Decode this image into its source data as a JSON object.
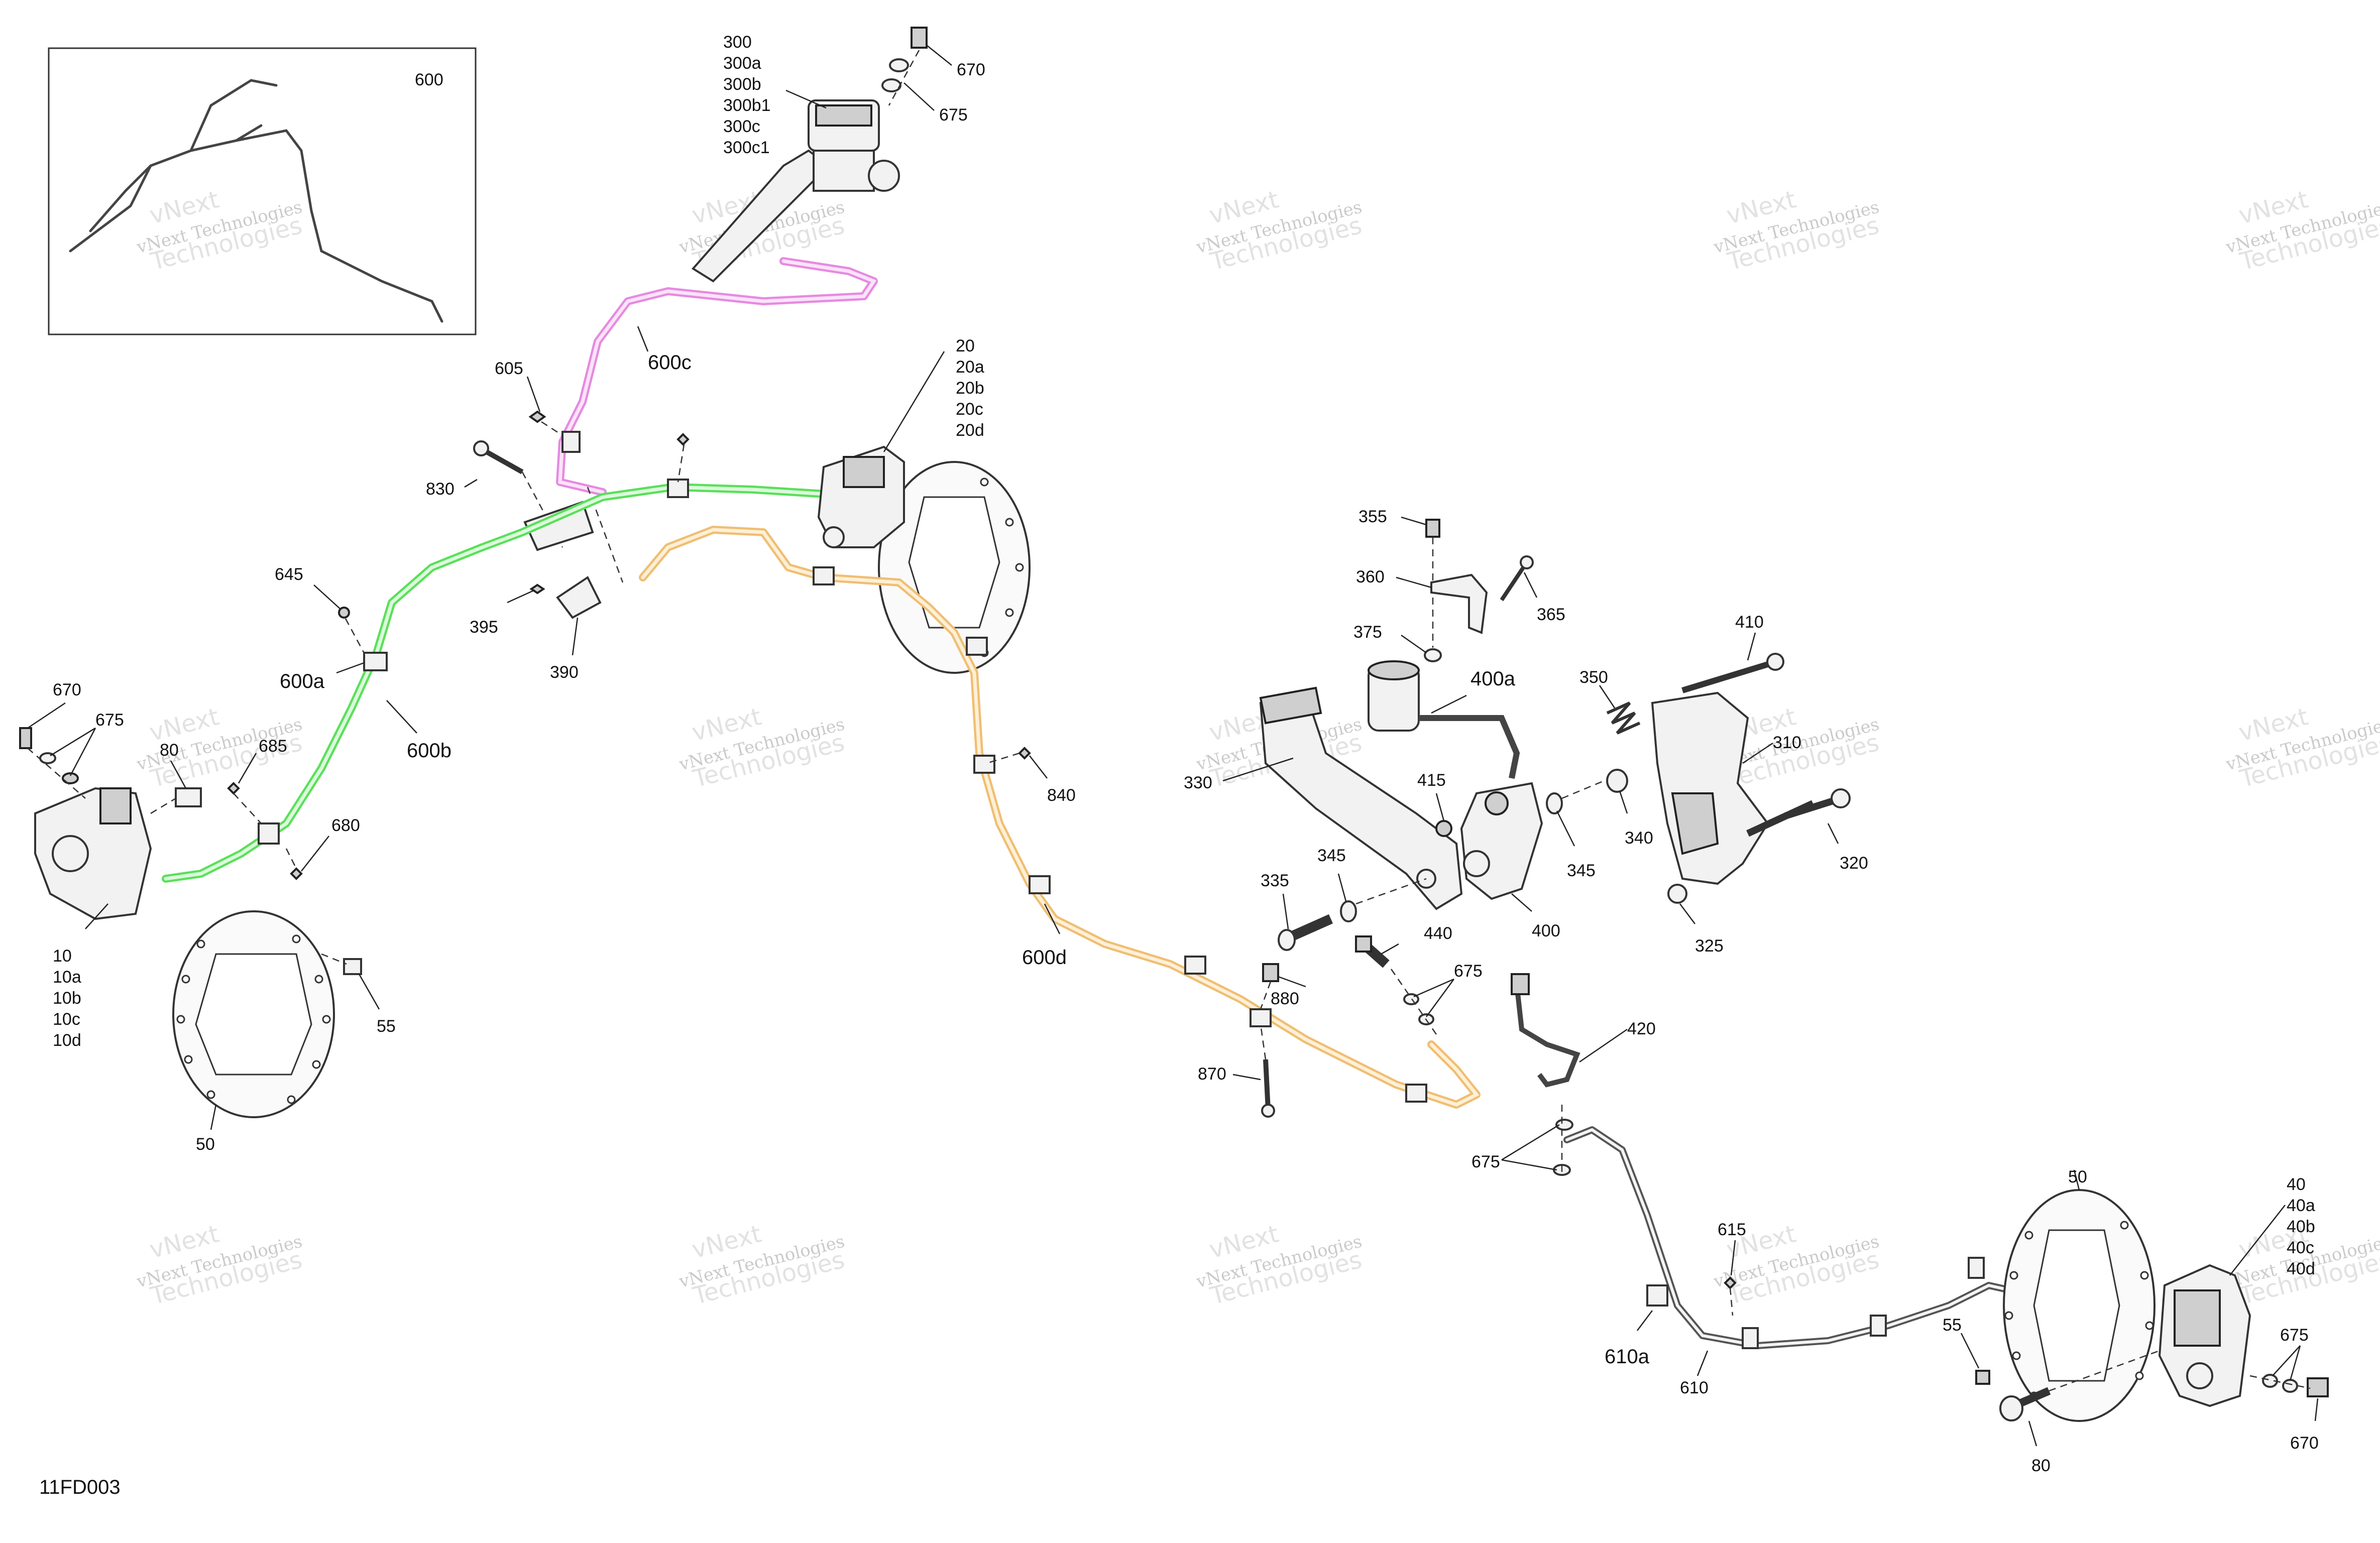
{
  "diagram_code": "11FD003",
  "watermark": {
    "line1": "vNext Technologies",
    "line2": "Technologies",
    "line3": "vNext"
  },
  "callouts": {
    "inset_600": "600",
    "c300": "300",
    "c300a": "300a",
    "c300b": "300b",
    "c300b1": "300b1",
    "c300c": "300c",
    "c300c1": "300c1",
    "c670_top": "670",
    "c675_top": "675",
    "c600c": "600c",
    "c605": "605",
    "c830": "830",
    "c20": "20",
    "c20a": "20a",
    "c20b": "20b",
    "c20c": "20c",
    "c20d": "20d",
    "c645": "645",
    "c395": "395",
    "c390": "390",
    "c600a": "600a",
    "c600b": "600b",
    "c670_left": "670",
    "c675_left": "675",
    "c80_left": "80",
    "c685": "685",
    "c680": "680",
    "c10": "10",
    "c10a": "10a",
    "c10b": "10b",
    "c10c": "10c",
    "c10d": "10d",
    "c55_left": "55",
    "c50_left": "50",
    "c840": "840",
    "c600d": "600d",
    "c880": "880",
    "c870": "870",
    "c355": "355",
    "c360": "360",
    "c365": "365",
    "c375": "375",
    "c400a": "400a",
    "c410": "410",
    "c350": "350",
    "c310": "310",
    "c330": "330",
    "c415": "415",
    "c345_a": "345",
    "c345_b": "345",
    "c340": "340",
    "c335": "335",
    "c400": "400",
    "c320": "320",
    "c325": "325",
    "c440": "440",
    "c675_mid": "675",
    "c420": "420",
    "c675_low": "675",
    "c615": "615",
    "c610a": "610a",
    "c610": "610",
    "c50_right": "50",
    "c40": "40",
    "c40a": "40a",
    "c40b": "40b",
    "c40c": "40c",
    "c40d": "40d",
    "c55_right": "55",
    "c675_right": "675",
    "c80_right": "80",
    "c670_right": "670"
  },
  "colors": {
    "hose_600c": "#e58be0",
    "hose_600b": "#5ae05a",
    "hose_600d": "#f0be72",
    "hose_610": "#555555"
  }
}
